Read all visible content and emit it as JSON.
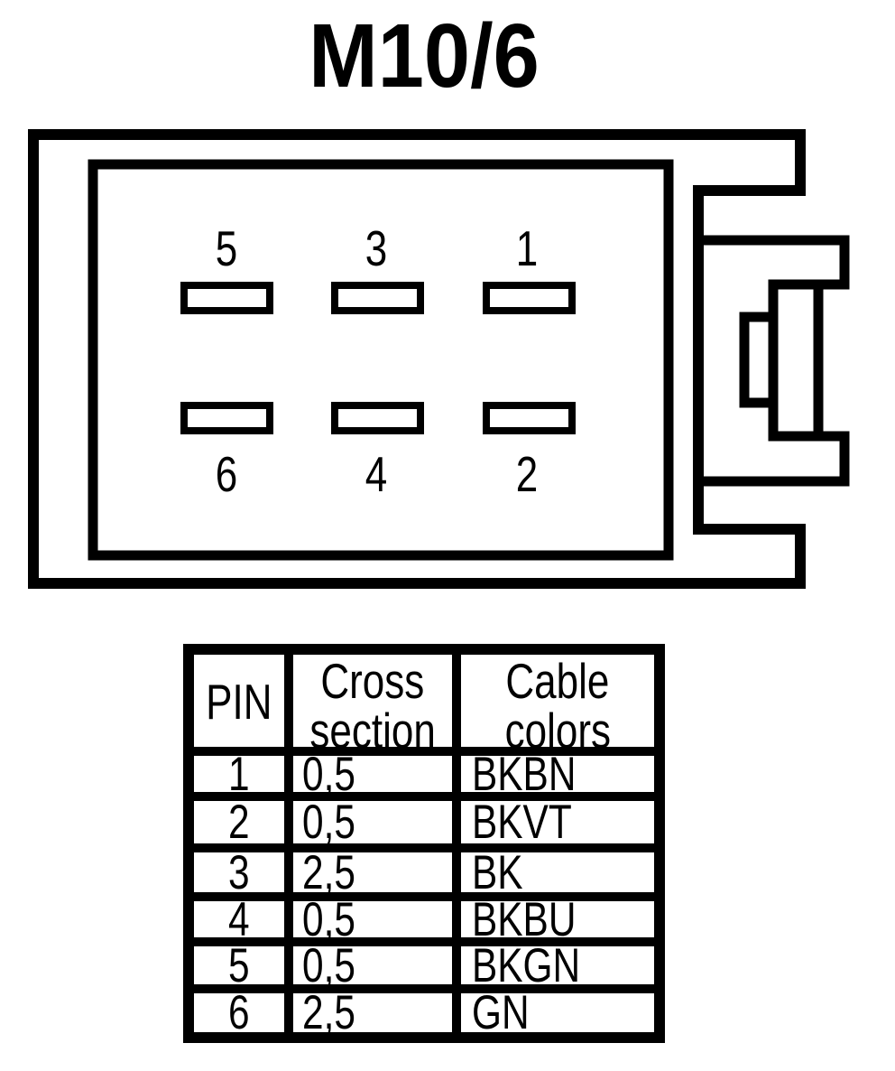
{
  "title": "M10/6",
  "connector": {
    "top_row_pin_labels": [
      "5",
      "3",
      "1"
    ],
    "bottom_row_pin_labels": [
      "6",
      "4",
      "2"
    ]
  },
  "table": {
    "header": {
      "pin": "PIN",
      "cross_section_line1": "Cross",
      "cross_section_line2": "section",
      "cable_colors_line1": "Cable",
      "cable_colors_line2": "colors"
    },
    "rows": [
      {
        "pin": "1",
        "cross_section": "0,5",
        "cable_color": "BKBN"
      },
      {
        "pin": "2",
        "cross_section": "0,5",
        "cable_color": "BKVT"
      },
      {
        "pin": "3",
        "cross_section": "2,5",
        "cable_color": "BK"
      },
      {
        "pin": "4",
        "cross_section": "0,5",
        "cable_color": "BKBU"
      },
      {
        "pin": "5",
        "cross_section": "0,5",
        "cable_color": "BKGN"
      },
      {
        "pin": "6",
        "cross_section": "2,5",
        "cable_color": "GN"
      }
    ]
  },
  "colors": {
    "line": "#000000",
    "background": "#ffffff"
  }
}
